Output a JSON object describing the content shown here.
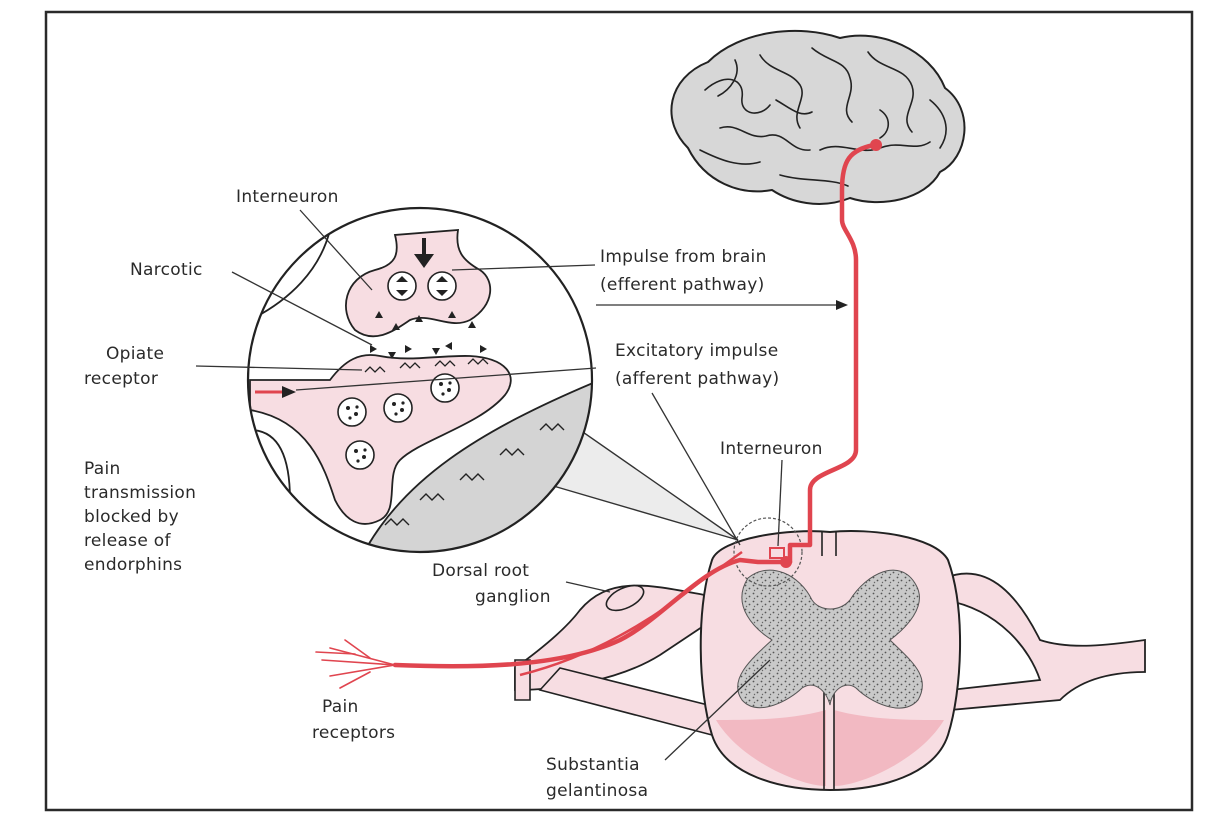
{
  "colors": {
    "nerve": "#e0454f",
    "tissue_pink": "#f7dde2",
    "tissue_pink_dark": "#f2b9c2",
    "brain_gray": "#d7d7d7",
    "gray_matter": "#9a9a9a",
    "frame": "#2a2a2a"
  },
  "labels": {
    "interneuron_top": "Interneuron",
    "narcotic": "Narcotic",
    "opiate_receptor": [
      "Opiate",
      "receptor"
    ],
    "impulse_from_brain": [
      "Impulse from brain",
      "(efferent pathway)"
    ],
    "excitatory_impulse": [
      "Excitatory impulse",
      "(afferent pathway)"
    ],
    "interneuron_cord": "Interneuron",
    "pain_transmission": [
      "Pain",
      "transmission",
      "blocked by",
      "release of",
      "endorphins"
    ],
    "dorsal_root_ganglion": [
      "Dorsal root",
      "ganglion"
    ],
    "pain_receptors": [
      "Pain",
      "receptors"
    ],
    "substantia_gelantinosa": [
      "Substantia",
      "gelantinosa"
    ]
  }
}
